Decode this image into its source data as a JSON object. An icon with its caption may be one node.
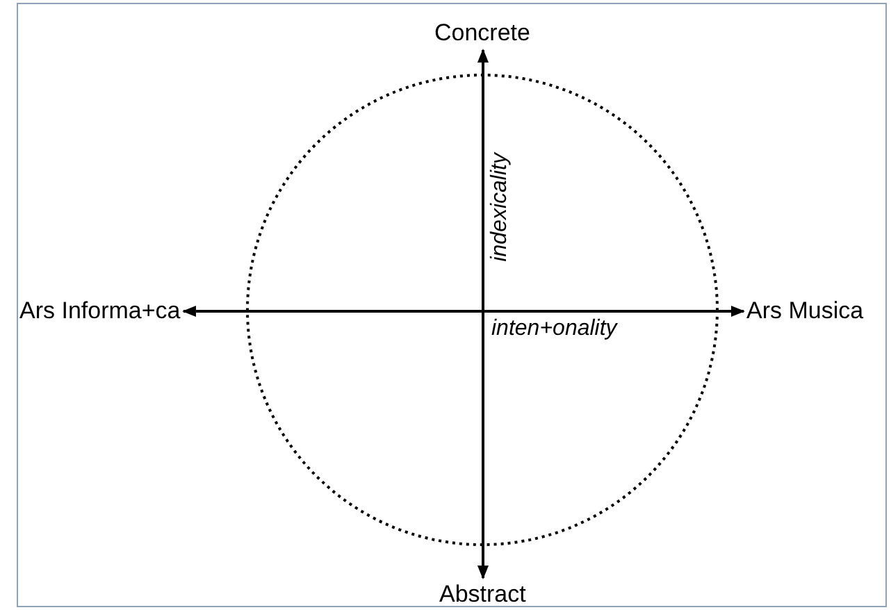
{
  "diagram": {
    "nodes": [
      {
        "text": [
          "Concrete"
        ]
      },
      {
        "text": [
          "Ars Informa+ca"
        ]
      },
      {
        "text": [
          "Ars Musica"
        ]
      },
      {
        "text": [
          "Abstract"
        ]
      }
    ],
    "edges": [
      {
        "from": 0,
        "to": 3,
        "arrow": "both",
        "label": "indexicality"
      },
      {
        "from": 1,
        "to": 2,
        "arrow": "both",
        "label": "inten+onality"
      }
    ]
  }
}
